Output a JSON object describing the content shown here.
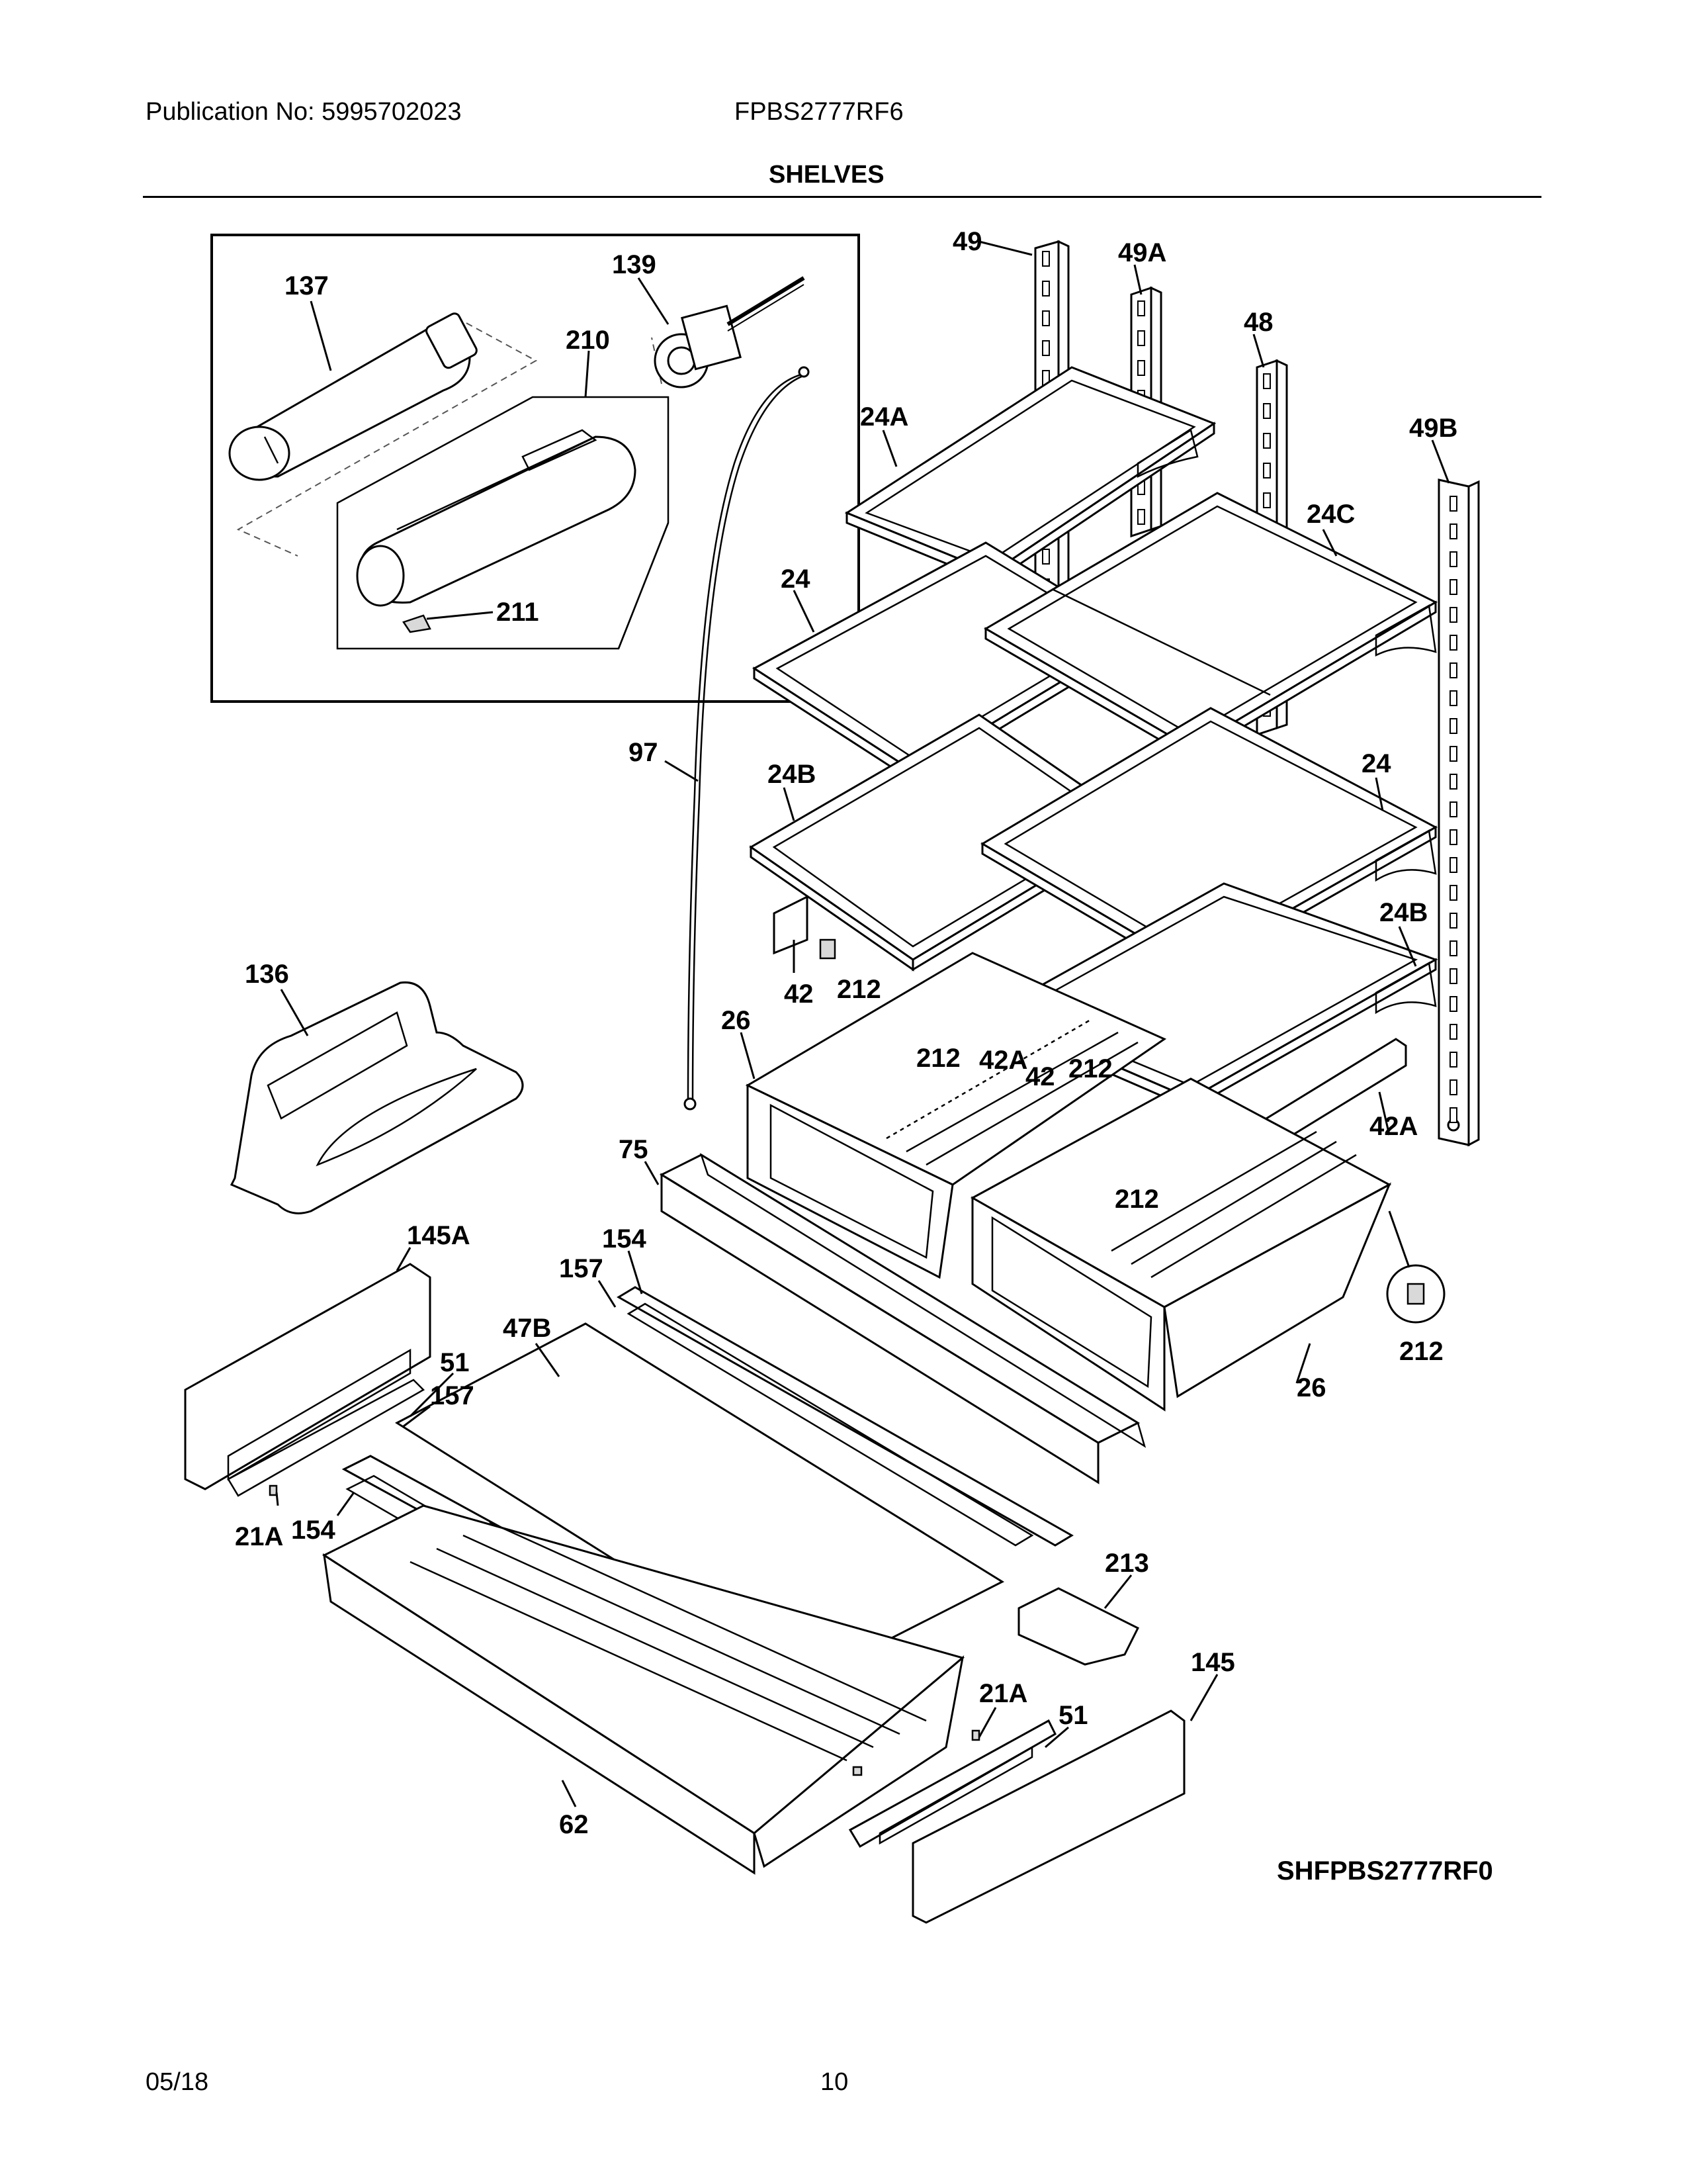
{
  "header": {
    "publication": "Publication No: 5995702023",
    "model": "FPBS2777RF6",
    "title": "SHELVES"
  },
  "footer": {
    "date": "05/18",
    "page": "10"
  },
  "diagram_code": "SHFPBS2777RF0",
  "callouts": {
    "c49": "49",
    "c49A": "49A",
    "c48": "48",
    "c49B": "49B",
    "c24A": "24A",
    "c24C": "24C",
    "c24_top": "24",
    "c24_right": "24",
    "c24B_left": "24B",
    "c24B_right": "24B",
    "c137": "137",
    "c139": "139",
    "c210": "210",
    "c211": "211",
    "c97": "97",
    "c136": "136",
    "c42_left": "42",
    "c212_a": "212",
    "c26_left": "26",
    "c212_b": "212",
    "c42A_mid": "42A",
    "c42_mid": "42",
    "c212_c": "212",
    "c42A_right": "42A",
    "c212_d": "212",
    "c75": "75",
    "c145A": "145A",
    "c154_top": "154",
    "c157_top": "157",
    "c47B": "47B",
    "c51_left": "51",
    "c157_left": "157",
    "c21A_left": "21A",
    "c154_left": "154",
    "c212_e": "212",
    "c26_right": "26",
    "c213": "213",
    "c145": "145",
    "c21A_right": "21A",
    "c51_right": "51",
    "c62": "62"
  },
  "icons": [
    "water-filter-icon",
    "filter-housing-icon",
    "shelf-icon",
    "drawer-icon",
    "rail-icon",
    "cover-icon"
  ]
}
